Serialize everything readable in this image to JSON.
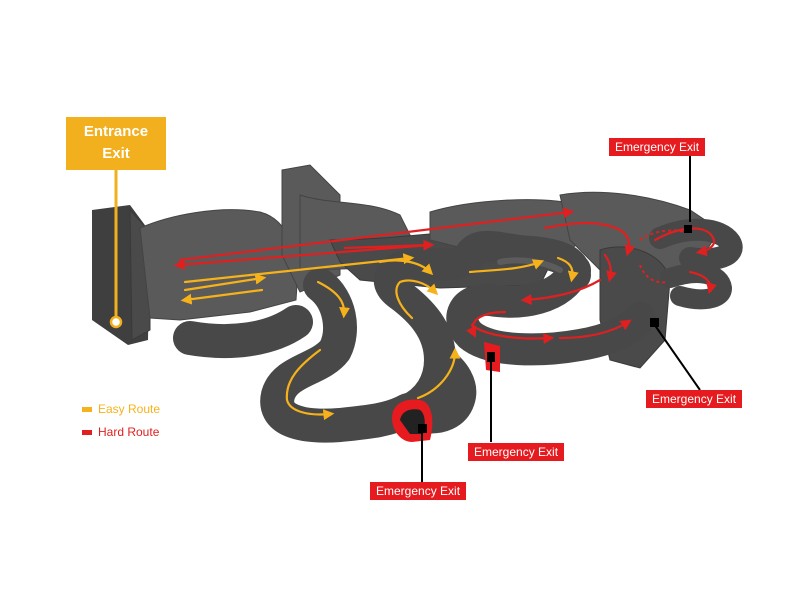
{
  "entrance": {
    "line1": "Entrance",
    "line2": "Exit"
  },
  "legend": [
    {
      "label": "Easy Route",
      "color": "#f6b21a"
    },
    {
      "label": "Hard Route",
      "color": "#e02020"
    }
  ],
  "emergency_exits": [
    {
      "label": "Emergency Exit"
    },
    {
      "label": "Emergency Exit"
    },
    {
      "label": "Emergency Exit"
    },
    {
      "label": "Emergency Exit"
    }
  ],
  "colors": {
    "easy": "#f6b21a",
    "hard": "#e02020",
    "entrance": "#f2b01e",
    "terrain": "#4a4a4a"
  }
}
